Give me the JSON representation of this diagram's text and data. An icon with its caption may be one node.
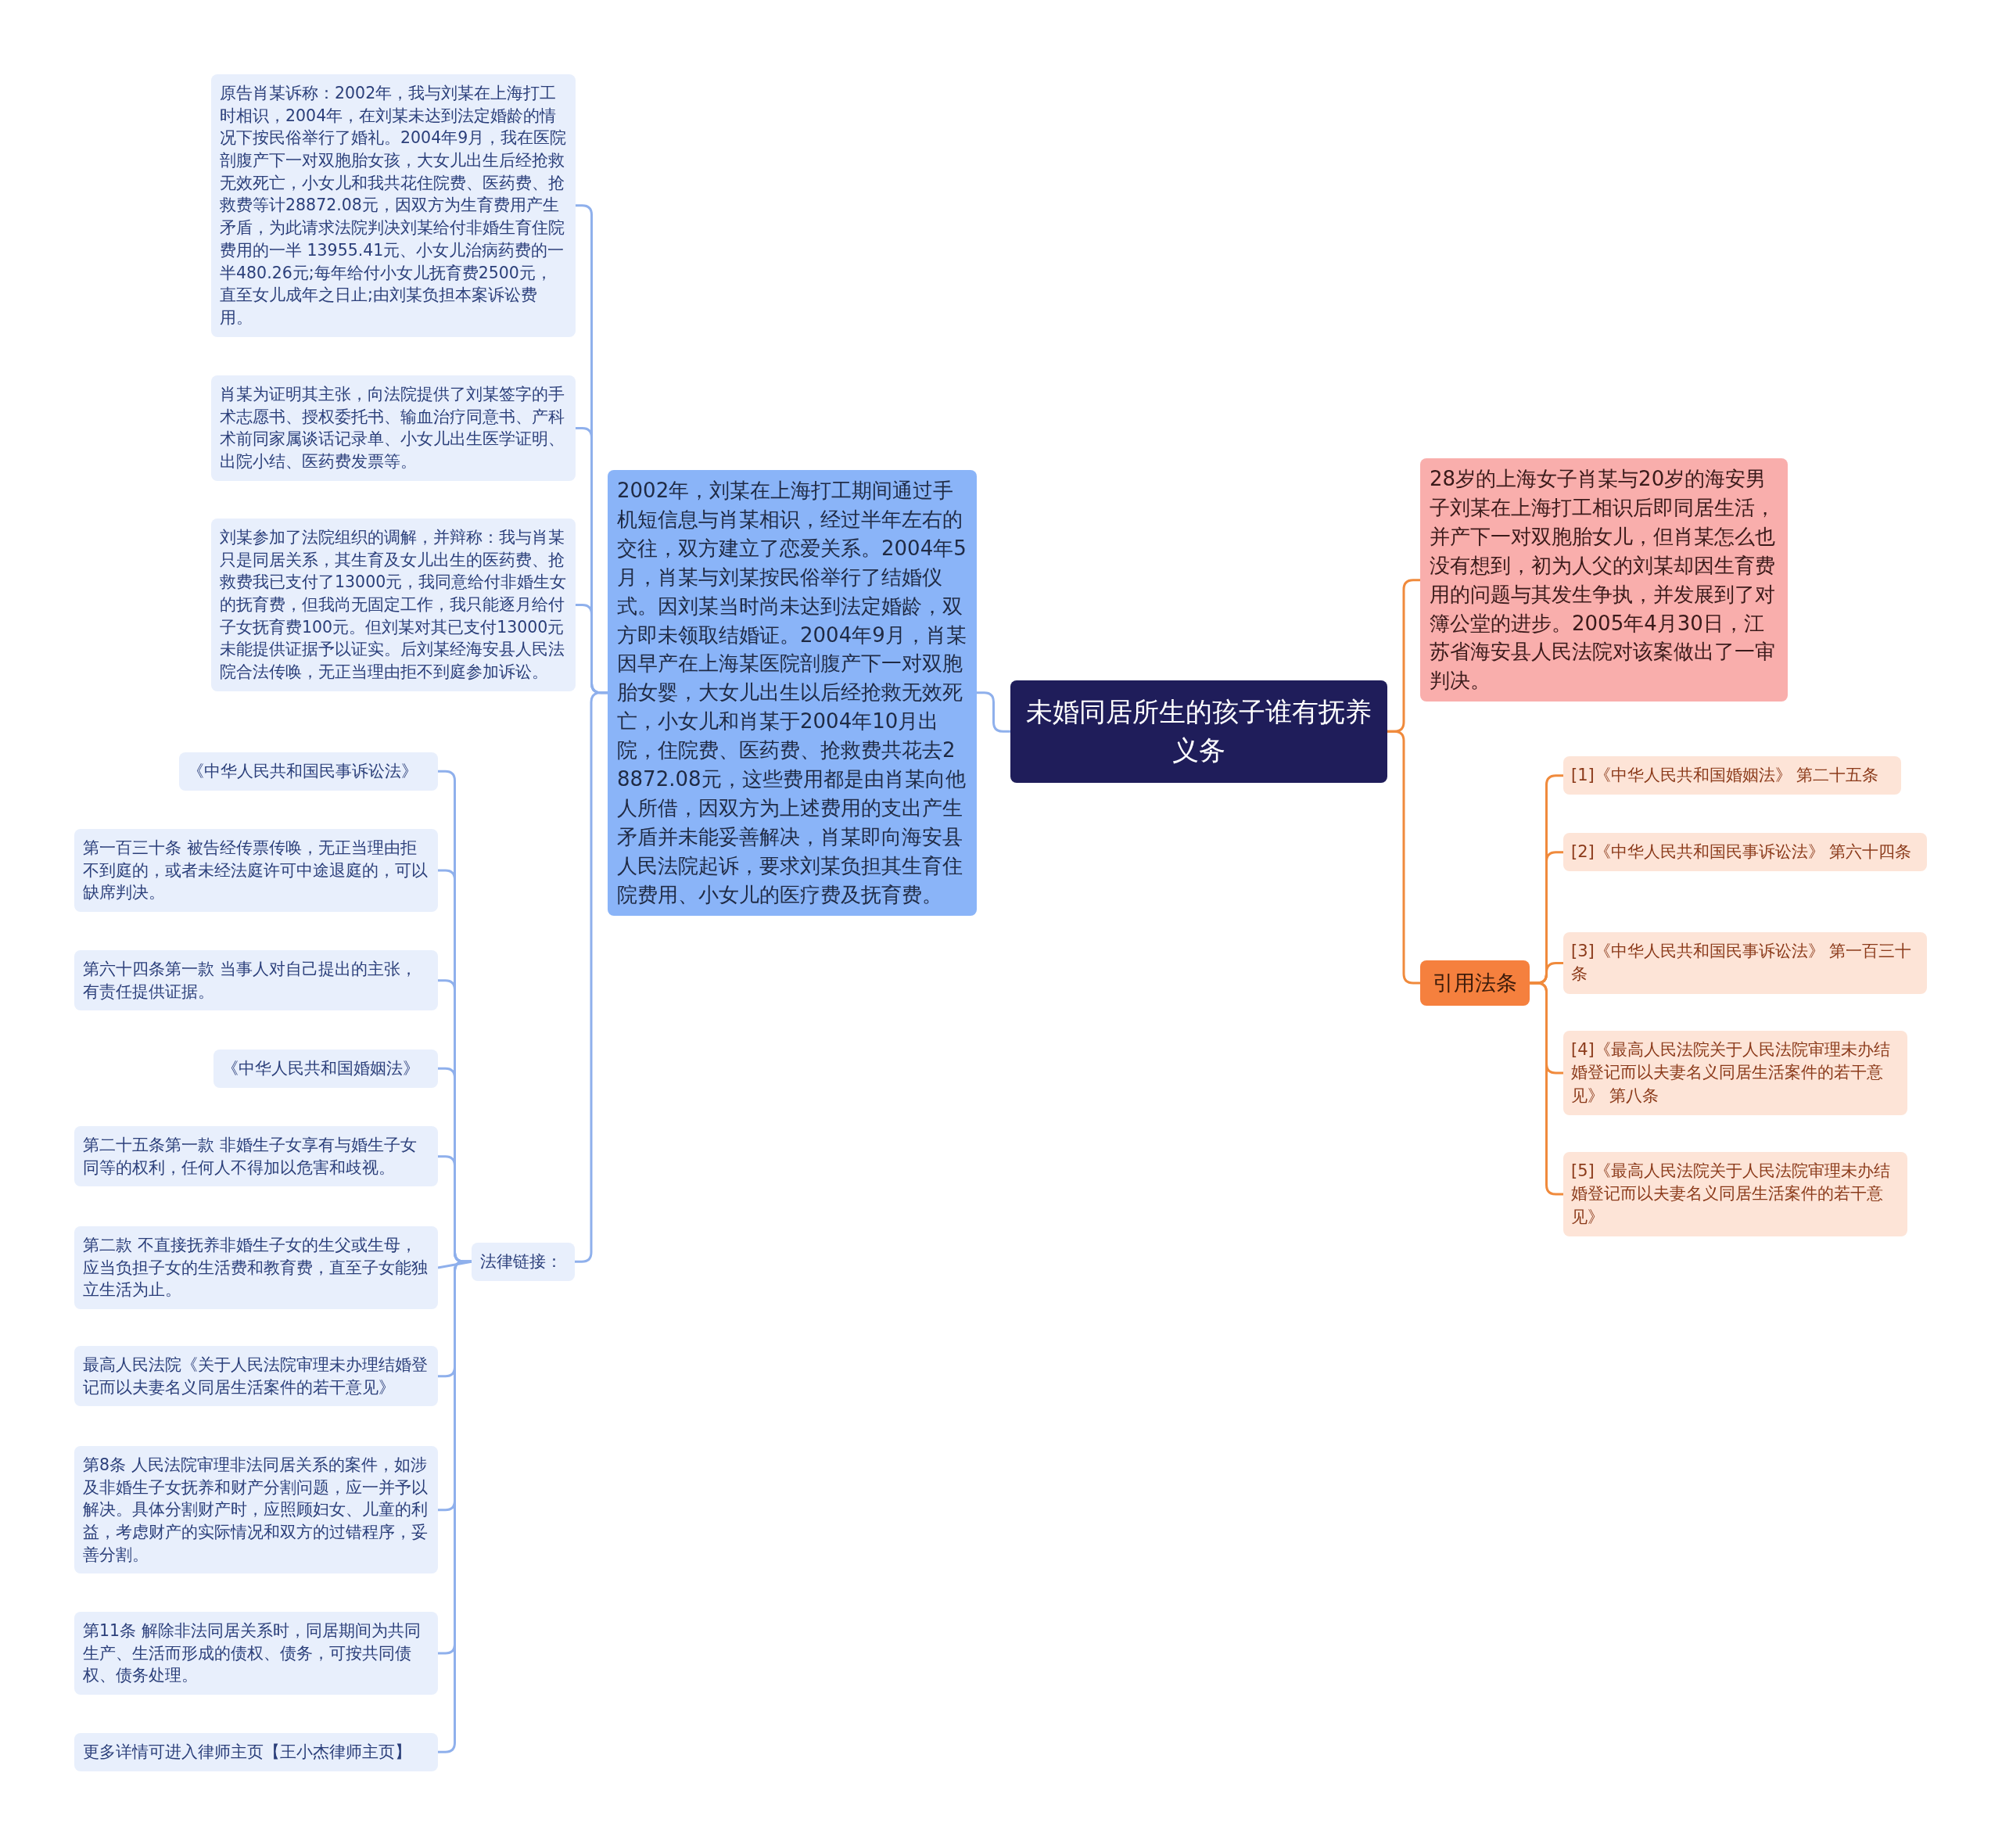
{
  "diagram": {
    "nodes": [
      {
        "text": [
          "未婚同居所生的孩子谁有抚养义务"
        ]
      },
      {
        "text": [
          "2002年，刘某在上海打工期间通过手机短信息与肖某相识，经过半年左右的交往，双方建立了恋爱关系。2004年5月，肖某与刘某按民俗举行了结婚仪式。因刘某当时尚未达到法定婚龄，双方即未领取结婚证。2004年9月，肖某因早产在上海某医院剖腹产下一对双胞胎女婴，大女儿出生以后经抢救无效死亡，小女儿和肖某于2004年10月出院，住院费、医药费、抢救费共花去28872.08元，这些费用都是由肖某向他人所借，因双方为上述费用的支出产生矛盾并未能妥善解决，肖某即向海安县人民法院起诉，要求刘某负担其生育住院费用、小女儿的医疗费及抚育费。"
        ]
      },
      {
        "text": [
          "原告肖某诉称：2002年，我与刘某在上海打工时相识，2004年，在刘某未达到法定婚龄的情况下按民俗举行了婚礼。2004年9月，我在医院剖腹产下一对双胞胎女孩，大女儿出生后经抢救无效死亡，小女儿和我共花住院费、医药费、抢救费等计28872.08元，因双方为生育费用产生矛盾，为此请求法院判决刘某给付非婚生育住院费用的一半 13955.41元、小女儿治病药费的一半480.26元;每年给付小女儿抚育费2500元，直至女儿成年之日止;由刘某负担本案诉讼费用。"
        ]
      },
      {
        "text": [
          "肖某为证明其主张，向法院提供了刘某签字的手术志愿书、授权委托书、输血治疗同意书、产科术前同家属谈话记录单、小女儿出生医学证明、出院小结、医药费发票等。"
        ]
      },
      {
        "text": [
          "刘某参加了法院组织的调解，并辩称：我与肖某只是同居关系，其生育及女儿出生的医药费、抢救费我已支付了13000元，我同意给付非婚生女的抚育费，但我尚无固定工作，我只能逐月给付子女抚育费100元。但刘某对其已支付13000元未能提供证据予以证实。后刘某经海安县人民法院合法传唤，无正当理由拒不到庭参加诉讼。"
        ]
      },
      {
        "text": [
          "法律链接："
        ]
      },
      {
        "text": [
          "《中华人民共和国民事诉讼法》"
        ]
      },
      {
        "text": [
          "第一百三十条 被告经传票传唤，无正当理由拒不到庭的，或者未经法庭许可中途退庭的，可以缺席判决。"
        ]
      },
      {
        "text": [
          "第六十四条第一款 当事人对自己提出的主张，有责任提供证据。"
        ]
      },
      {
        "text": [
          "《中华人民共和国婚姻法》"
        ]
      },
      {
        "text": [
          "第二十五条第一款 非婚生子女享有与婚生子女同等的权利，任何人不得加以危害和歧视。"
        ]
      },
      {
        "text": [
          "第二款 不直接抚养非婚生子女的生父或生母，应当负担子女的生活费和教育费，直至子女能独立生活为止。"
        ]
      },
      {
        "text": [
          "最高人民法院《关于人民法院审理未办理结婚登记而以夫妻名义同居生活案件的若干意见》"
        ]
      },
      {
        "text": [
          "第8条 人民法院审理非法同居关系的案件，如涉及非婚生子女抚养和财产分割问题，应一并予以解决。具体分割财产时，应照顾妇女、儿童的利益，考虑财产的实际情况和双方的过错程序，妥善分割。"
        ]
      },
      {
        "text": [
          "第11条 解除非法同居关系时，同居期间为共同生产、生活而形成的债权、债务，可按共同债权、债务处理。"
        ]
      },
      {
        "text": [
          "更多详情可进入律师主页【王小杰律师主页】"
        ]
      },
      {
        "text": [
          "28岁的上海女子肖某与20岁的海安男子刘某在上海打工相识后即同居生活，并产下一对双胞胎女儿，但肖某怎么也没有想到，初为人父的刘某却因生育费用的问题与其发生争执，并发展到了对簿公堂的进步。2005年4月30日，江苏省海安县人民法院对该案做出了一审判决。"
        ]
      },
      {
        "text": [
          "引用法条"
        ]
      },
      {
        "text": [
          "[1]《中华人民共和国婚姻法》 第二十五条"
        ]
      },
      {
        "text": [
          "[2]《中华人民共和国民事诉讼法》 第六十四条"
        ]
      },
      {
        "text": [
          "[3]《中华人民共和国民事诉讼法》 第一百三十条"
        ]
      },
      {
        "text": [
          "[4]《最高人民法院关于人民法院审理未办结婚登记而以夫妻名义同居生活案件的若干意见》 第八条"
        ]
      },
      {
        "text": [
          "[5]《最高人民法院关于人民法院审理未办结婚登记而以夫妻名义同居生活案件的若干意见》"
        ]
      }
    ],
    "edges": [
      {
        "from": 0,
        "to": 1,
        "arrow": "none"
      },
      {
        "from": 1,
        "to": 2,
        "arrow": "none"
      },
      {
        "from": 1,
        "to": 3,
        "arrow": "none"
      },
      {
        "from": 1,
        "to": 4,
        "arrow": "none"
      },
      {
        "from": 1,
        "to": 5,
        "arrow": "none"
      },
      {
        "from": 5,
        "to": 6,
        "arrow": "none"
      },
      {
        "from": 5,
        "to": 7,
        "arrow": "none"
      },
      {
        "from": 5,
        "to": 8,
        "arrow": "none"
      },
      {
        "from": 5,
        "to": 9,
        "arrow": "none"
      },
      {
        "from": 5,
        "to": 10,
        "arrow": "none"
      },
      {
        "from": 5,
        "to": 11,
        "arrow": "none"
      },
      {
        "from": 5,
        "to": 12,
        "arrow": "none"
      },
      {
        "from": 5,
        "to": 13,
        "arrow": "none"
      },
      {
        "from": 5,
        "to": 14,
        "arrow": "none"
      },
      {
        "from": 5,
        "to": 15,
        "arrow": "none"
      },
      {
        "from": 0,
        "to": 16,
        "arrow": "none",
        "color": "#f08a3c"
      },
      {
        "from": 0,
        "to": 17,
        "arrow": "none",
        "color": "#f08a3c"
      },
      {
        "from": 17,
        "to": 18,
        "arrow": "none",
        "color": "#f08a3c"
      },
      {
        "from": 17,
        "to": 19,
        "arrow": "none",
        "color": "#f08a3c"
      },
      {
        "from": 17,
        "to": 20,
        "arrow": "none",
        "color": "#f08a3c"
      },
      {
        "from": 17,
        "to": 21,
        "arrow": "none",
        "color": "#f08a3c"
      },
      {
        "from": 17,
        "to": 22,
        "arrow": "none",
        "color": "#f08a3c"
      }
    ]
  }
}
